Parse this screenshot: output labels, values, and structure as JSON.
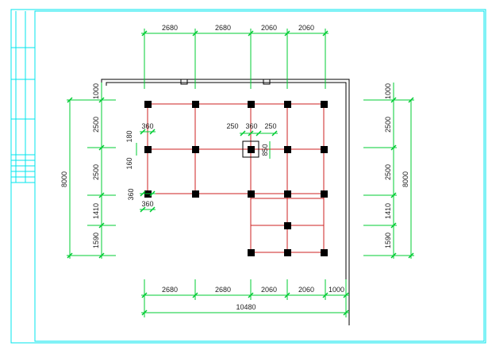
{
  "colors": {
    "frame": "#00e5ee",
    "dimension": "#00cc33",
    "beam": "#cc2222",
    "column": "#000000",
    "wall": "#000000",
    "text": "#222222"
  },
  "top_dims": [
    "2680",
    "2680",
    "2060",
    "2060"
  ],
  "bottom_dims": [
    "2680",
    "2680",
    "2060",
    "2060",
    "1000"
  ],
  "bottom_total": "10480",
  "left_dims": [
    "1000",
    "2500",
    "2500",
    "1410",
    "1590"
  ],
  "left_total": "8000",
  "right_dims": [
    "1000",
    "2500",
    "2500",
    "1410",
    "1590"
  ],
  "right_total": "8000",
  "detail": {
    "col_a": "360",
    "col_b": "180",
    "col_c": "160",
    "col_d": "360",
    "col_e": "360",
    "mid_left": "250",
    "mid_center": "360",
    "mid_right": "250",
    "mid_v": "850"
  }
}
